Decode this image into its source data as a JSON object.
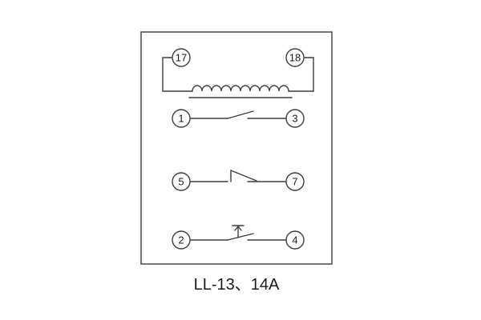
{
  "caption": "LL-13、14A",
  "colors": {
    "line": "#3d3d3d",
    "border": "#4a4a4a",
    "background": "#ffffff",
    "text": "#1a1a1a"
  },
  "terminals": {
    "t17": "17",
    "t18": "18",
    "t1": "1",
    "t3": "3",
    "t5": "5",
    "t7": "7",
    "t2": "2",
    "t4": "4"
  }
}
